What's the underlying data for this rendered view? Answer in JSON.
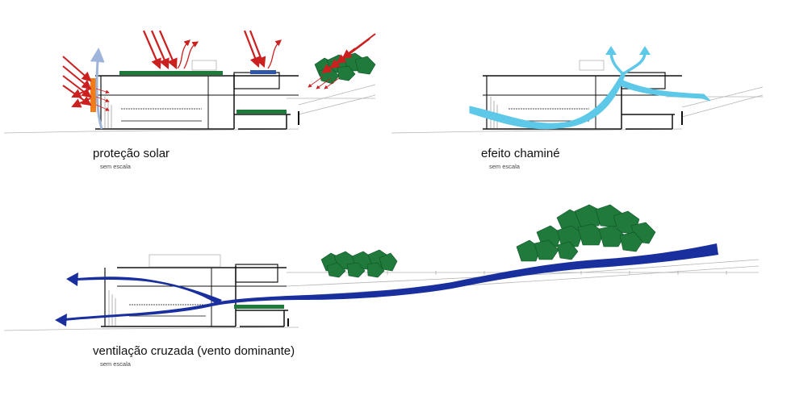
{
  "panels": {
    "solar": {
      "title": "proteção solar",
      "subtitle": "sem escala"
    },
    "chimney": {
      "title": "efeito chaminé",
      "subtitle": "sem escala"
    },
    "ventilation": {
      "title": "ventilação cruzada (vento dominante)",
      "subtitle": "sem escala"
    }
  },
  "colors": {
    "sun_arrows": "#cc1f1f",
    "shade_panel": "#f07d1a",
    "green_roof": "#1e7a3a",
    "trees": "#1f7a3c",
    "blue_panel": "#2f57a8",
    "chimney_air": "#5ec8e8",
    "light_air": "#9fb4da",
    "cross_wind": "#1a2f9e",
    "building_lines": "#111111",
    "terrain_lines": "#b5b5b5"
  }
}
